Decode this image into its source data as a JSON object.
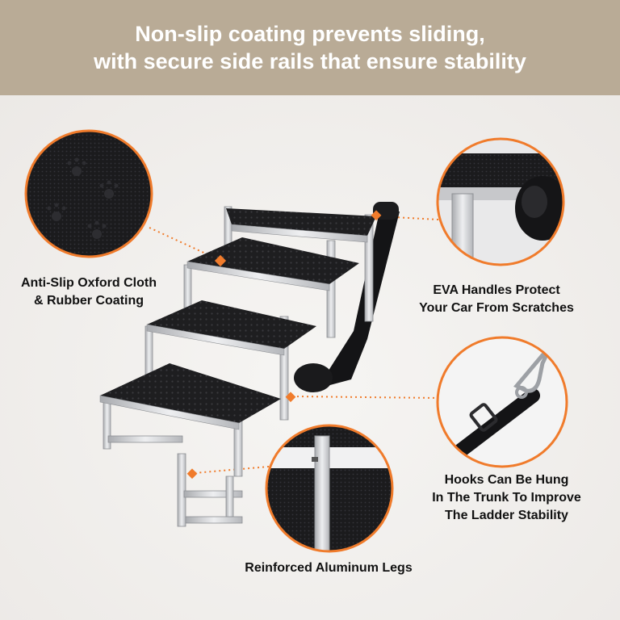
{
  "banner": {
    "line1": "Non-slip coating prevents sliding,",
    "line2": "with secure side rails that ensure stability",
    "background_color": "#b9ab96",
    "text_color": "#ffffff"
  },
  "callouts": {
    "oxford": {
      "line1": "Anti-Slip Oxford Cloth",
      "line2": "& Rubber Coating",
      "icon": "paw-print-texture-icon"
    },
    "eva": {
      "line1": "EVA Handles Protect",
      "line2": "Your Car From Scratches",
      "icon": "handle-icon"
    },
    "hooks": {
      "line1": "Hooks Can Be Hung",
      "line2": "In The Trunk To Improve",
      "line3": "The Ladder Stability",
      "icon": "carabiner-hook-icon"
    },
    "legs": {
      "line1": "Reinforced Aluminum Legs",
      "icon": "aluminum-leg-icon"
    }
  },
  "colors": {
    "accent": "#f07b2b",
    "tread": "#1e1e20",
    "frame": "#d9dadc",
    "background": "#f1efed"
  }
}
